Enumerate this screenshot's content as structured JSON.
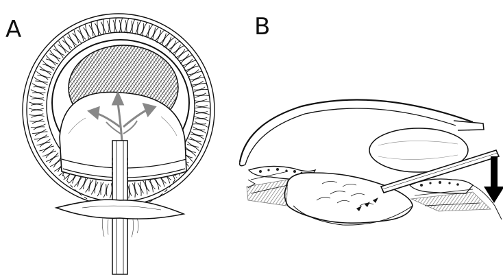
{
  "panels": [
    {
      "label": "A",
      "subject": "eye-front-view-with-instrument"
    },
    {
      "label": "B",
      "subject": "eye-cross-section-with-instrument"
    }
  ],
  "colors": {
    "ink": "#111111",
    "paper": "#ffffff",
    "arrow": "#000000"
  },
  "icons": {
    "arrow": "down-arrow-icon"
  }
}
